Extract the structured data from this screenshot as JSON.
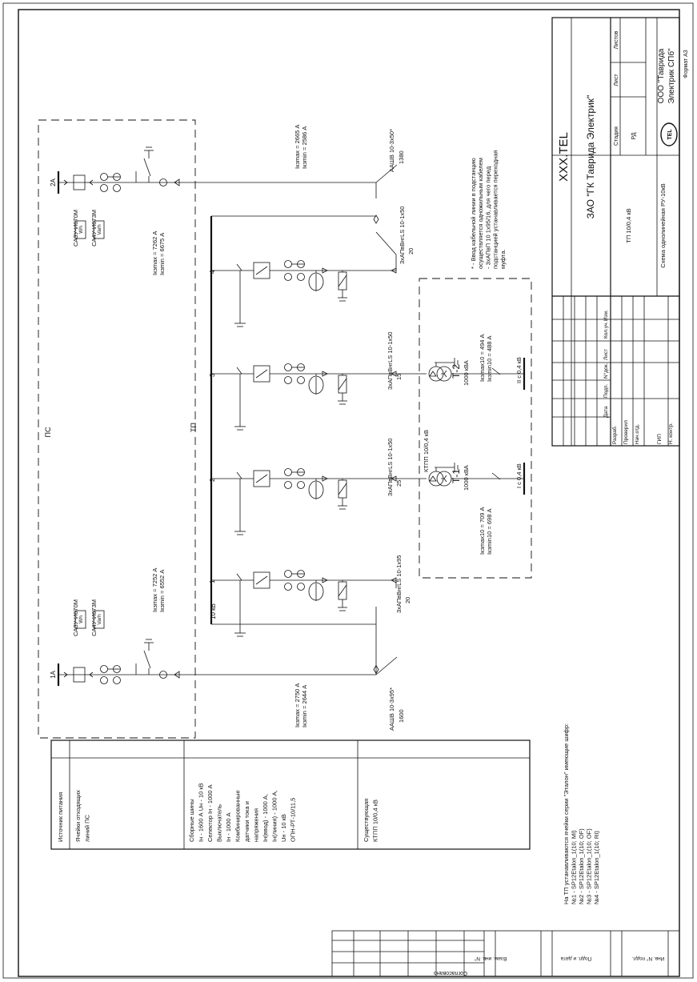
{
  "title_block": {
    "doc_code": "XXX.TEL",
    "company": "ЗАО \"ГК Таврида Электрик\"",
    "object_name": "ТП 10/0,4 кВ",
    "sheet_title": "Схема однолинейная РУ-10кВ",
    "stage_label": "Стадия",
    "sheet_label": "Лист",
    "sheets_label": "Листов",
    "stage_value": "РД",
    "org_name_1": "ООО \"Таврида",
    "org_name_2": "Электрик СПб\"",
    "logo_text": "TEL",
    "format": "Формат А3",
    "columns": [
      "Изм.",
      "Кол.уч.",
      "Лист",
      "N°док.",
      "Подп.",
      "Дата"
    ],
    "roles": [
      "Разраб.",
      "Проверил",
      "Нач.отд.",
      "",
      "ГИП",
      "Н. контр."
    ]
  },
  "side_stamp": {
    "labels": [
      "Взам. инв. N°",
      "Подп. и дата",
      "Инв. N° подл."
    ],
    "approved": "Согласовано"
  },
  "legend": {
    "rows": [
      [
        "Источник питания"
      ],
      [
        "Ячейки отходящих",
        "линий ПС"
      ],
      [
        "Сборные шины",
        "Iн - 1600 А Uн - 10 кВ",
        "Селектор Iн - 1000 А",
        "Выключатель",
        "Iн - 1000 А",
        "Комбинированные",
        "датчики тока и",
        "напряжения",
        "Iн(ввод) - 1000 А,",
        "Iн(линия) - 1000 А,",
        "Uн - 10 кВ",
        "ОПН-РТ-10/11,5"
      ],
      [
        "Существующая",
        "КТПП 10/0,4 кВ"
      ]
    ]
  },
  "notes": {
    "lines": [
      "На ТП устанавливаются ячейки серии \"Эталон\" имеющие шифр:",
      "№1 - SP12Etalon_1(10; MI)",
      "№2 - SP12Etalon_1(10; OF)",
      "№3 - SP12Etalon_1(10; OF)",
      "№4 - SP12Etalon_1(10; RI)"
    ],
    "footnote": [
      "* - Ввод кабельной линии в подстанцию",
      "осуществляется одножильным кабелем",
      "- 3хАПвП 10 1х95/16, для чего перед",
      "подстанцией устанавливается переходная",
      "муфта."
    ]
  },
  "ps": {
    "label": "ПС",
    "feeder_1A": "1А",
    "feeder_2A": "2А",
    "meter_1": "САЗУ-И670М",
    "meter_2": "СА4У-И673М",
    "wh": "Wh",
    "varh": "Varh",
    "ik_1A": [
      "Iкзmax = 7252 А",
      "Iкзmin = 6552 А"
    ],
    "ik_2A": [
      "Iкзmax = 7262 А",
      "Iкзmin = 6675 А"
    ]
  },
  "cables": {
    "in_1": [
      "ААШВ 10-3х95*",
      "1600"
    ],
    "in_2": [
      "ААШВ 10-3х50*",
      "1380"
    ],
    "ik_in_1": [
      "Iкзmax = 2750 А",
      "Iкзmin = 2644 А"
    ],
    "ik_in_2": [
      "Iкзmax = 2665 А",
      "Iкзmin = 2586 А"
    ],
    "c1": [
      "3хАПвВнгLS 10-1х95",
      "20"
    ],
    "c2": [
      "3хАПвВнгLS 10-1х50",
      "25"
    ],
    "c3": [
      "3хАПвВнгLS 10-1х50",
      "15"
    ],
    "c4": [
      "3хАПвВнгLS 10-1х50",
      "20"
    ]
  },
  "tp": {
    "label": "ТП",
    "bus_voltage": "10 кВ",
    "cells": [
      "1",
      "2",
      "3",
      "4"
    ]
  },
  "ktpp": {
    "label": "КТПП 10/0,4 кВ",
    "t1": "Т-1",
    "t2": "Т-2",
    "t_power": "1000 кВА",
    "t1_ik": [
      "Iкзmax10 = 709 А",
      "Iкзmin10 = 698 А"
    ],
    "t2_ik": [
      "Iкзmax10 = 494 А",
      "Iкзmin10 = 488 А"
    ],
    "lv1": "I с 0,4 кВ",
    "lv2": "II с 0,4 кВ"
  }
}
